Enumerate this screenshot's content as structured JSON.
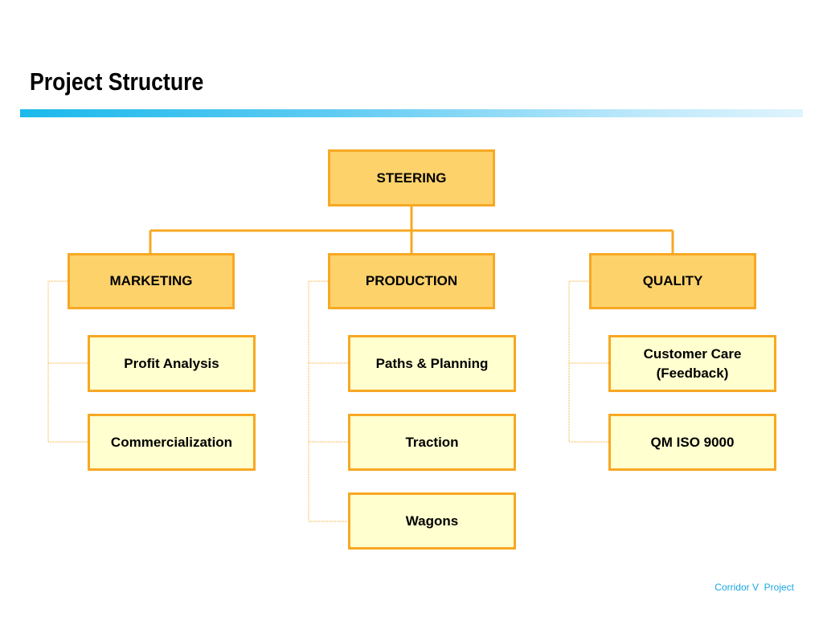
{
  "title": "Project Structure",
  "colors": {
    "main_fill": "#fdd26b",
    "sub_fill": "#ffffcf",
    "border": "#f7a823",
    "connector": "#f7a823",
    "title_bar": "#1ab9ec",
    "footer_text": "#1aa6e0"
  },
  "nodes": {
    "steering": "STEERING",
    "marketing": "MARKETING",
    "production": "PRODUCTION",
    "quality": "QUALITY",
    "profit_analysis": "Profit Analysis",
    "commercialization": "Commercialization",
    "paths_planning": "Paths & Planning",
    "traction": "Traction",
    "wagons": "Wagons",
    "customer_care": "Customer Care\n(Feedback)",
    "qm_iso": "QM ISO 9000"
  },
  "footer": "Corridor V  Project"
}
